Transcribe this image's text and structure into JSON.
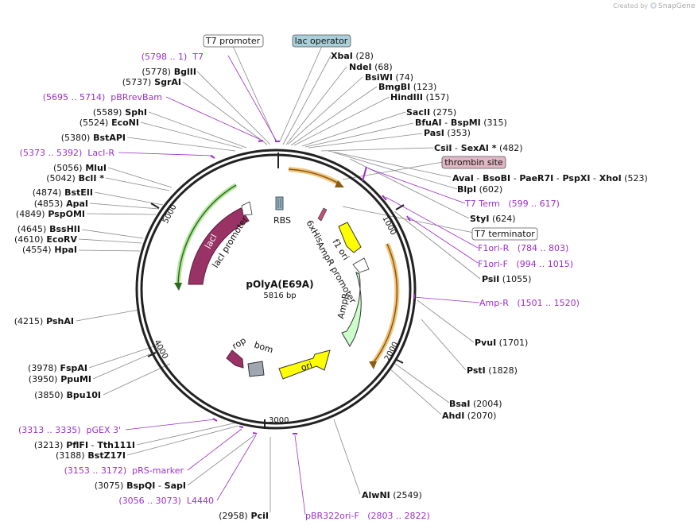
{
  "credit": {
    "prefix": "Created by",
    "brand": "SnapGene"
  },
  "plasmid": {
    "name": "pOlyA(E69A)",
    "size_label": "5816 bp"
  },
  "ticks": [
    "1000",
    "2000",
    "3000",
    "4000",
    "5000"
  ],
  "boxed_labels": [
    {
      "id": "t7-promoter",
      "text": "T7 promoter",
      "fill": "#ffffff"
    },
    {
      "id": "lac-operator",
      "text": "lac operator",
      "fill": "#a9cfd8"
    },
    {
      "id": "thrombin-site",
      "text": "thrombin site",
      "fill": "#e1b7c4"
    },
    {
      "id": "t7-terminator",
      "text": "T7 terminator",
      "fill": "#ffffff"
    }
  ],
  "right_sites": [
    {
      "id": "xbai",
      "parts": [
        [
          "XbaI",
          true
        ],
        [
          "(28)",
          false
        ]
      ]
    },
    {
      "id": "ndei",
      "parts": [
        [
          "NdeI",
          true
        ],
        [
          "(68)",
          false
        ]
      ]
    },
    {
      "id": "bsiwi",
      "parts": [
        [
          "BsiWI",
          true
        ],
        [
          "(74)",
          false
        ]
      ]
    },
    {
      "id": "bmgbi",
      "parts": [
        [
          "BmgBI",
          true
        ],
        [
          "(123)",
          false
        ]
      ]
    },
    {
      "id": "hindiii",
      "parts": [
        [
          "HindIII",
          true
        ],
        [
          "(157)",
          false
        ]
      ]
    },
    {
      "id": "sacii",
      "parts": [
        [
          "SacII",
          true
        ],
        [
          "(275)",
          false
        ]
      ]
    },
    {
      "id": "bfuai",
      "parts": [
        [
          "BfuAI",
          true
        ],
        [
          "-",
          false
        ],
        [
          "BspMI",
          true
        ],
        [
          "(315)",
          false
        ]
      ]
    },
    {
      "id": "pasi",
      "parts": [
        [
          "PasI",
          true
        ],
        [
          "(353)",
          false
        ]
      ]
    },
    {
      "id": "csii",
      "parts": [
        [
          "CsiI",
          true
        ],
        [
          "-",
          false
        ],
        [
          "SexAI *",
          true
        ],
        [
          "(482)",
          false
        ]
      ]
    },
    {
      "id": "avai",
      "parts": [
        [
          "AvaI",
          true
        ],
        [
          "-",
          false
        ],
        [
          "BsoBI",
          true
        ],
        [
          "-",
          false
        ],
        [
          "PaeR7I",
          true
        ],
        [
          "-",
          false
        ],
        [
          "PspXI",
          true
        ],
        [
          "-",
          false
        ],
        [
          "XhoI",
          true
        ],
        [
          "(523)",
          false
        ]
      ]
    },
    {
      "id": "blpi",
      "parts": [
        [
          "BlpI",
          true
        ],
        [
          "(602)",
          false
        ]
      ]
    },
    {
      "id": "styi",
      "parts": [
        [
          "StyI",
          true
        ],
        [
          "(624)",
          false
        ]
      ]
    },
    {
      "id": "psii",
      "parts": [
        [
          "PsiI",
          true
        ],
        [
          "(1055)",
          false
        ]
      ]
    },
    {
      "id": "pvui",
      "parts": [
        [
          "PvuI",
          true
        ],
        [
          "(1701)",
          false
        ]
      ]
    },
    {
      "id": "psti",
      "parts": [
        [
          "PstI",
          true
        ],
        [
          "(1828)",
          false
        ]
      ]
    },
    {
      "id": "bsai",
      "parts": [
        [
          "BsaI",
          true
        ],
        [
          "(2004)",
          false
        ]
      ]
    },
    {
      "id": "ahdi",
      "parts": [
        [
          "AhdI",
          true
        ],
        [
          "(2070)",
          false
        ]
      ]
    },
    {
      "id": "alwni",
      "parts": [
        [
          "AlwNI",
          true
        ],
        [
          "(2549)",
          false
        ]
      ]
    }
  ],
  "right_primers": [
    {
      "id": "t7-term",
      "text": "T7 Term   (599 .. 617)"
    },
    {
      "id": "f1ori-r",
      "text": "F1ori-R   (784 .. 803)"
    },
    {
      "id": "f1ori-f",
      "text": "F1ori-F   (994 .. 1015)"
    },
    {
      "id": "amp-r",
      "text": "Amp-R   (1501 .. 1520)"
    },
    {
      "id": "pbr322ori-f",
      "text": "pBR322ori-F   (2803 .. 2822)"
    }
  ],
  "left_sites": [
    {
      "id": "bglii",
      "parts": [
        [
          "(5778)",
          false
        ],
        [
          "BglII",
          true
        ]
      ]
    },
    {
      "id": "sgrai",
      "parts": [
        [
          "(5737)",
          false
        ],
        [
          "SgrAI",
          true
        ]
      ]
    },
    {
      "id": "sphi",
      "parts": [
        [
          "(5589)",
          false
        ],
        [
          "SphI",
          true
        ]
      ]
    },
    {
      "id": "econi",
      "parts": [
        [
          "(5524)",
          false
        ],
        [
          "EcoNI",
          true
        ]
      ]
    },
    {
      "id": "bstapi",
      "parts": [
        [
          "(5380)",
          false
        ],
        [
          "BstAPI",
          true
        ]
      ]
    },
    {
      "id": "mlui",
      "parts": [
        [
          "(5056)",
          false
        ],
        [
          "MluI",
          true
        ]
      ]
    },
    {
      "id": "bcli",
      "parts": [
        [
          "(5042)",
          false
        ],
        [
          "BclI *",
          true
        ]
      ]
    },
    {
      "id": "bsteii",
      "parts": [
        [
          "(4874)",
          false
        ],
        [
          "BstEII",
          true
        ]
      ]
    },
    {
      "id": "apai",
      "parts": [
        [
          "(4853)",
          false
        ],
        [
          "ApaI",
          true
        ]
      ]
    },
    {
      "id": "pspomi",
      "parts": [
        [
          "(4849)",
          false
        ],
        [
          "PspOMI",
          true
        ]
      ]
    },
    {
      "id": "bsshii",
      "parts": [
        [
          "(4645)",
          false
        ],
        [
          "BssHII",
          true
        ]
      ]
    },
    {
      "id": "ecorv",
      "parts": [
        [
          "(4610)",
          false
        ],
        [
          "EcoRV",
          true
        ]
      ]
    },
    {
      "id": "hpai",
      "parts": [
        [
          "(4554)",
          false
        ],
        [
          "HpaI",
          true
        ]
      ]
    },
    {
      "id": "pshai",
      "parts": [
        [
          "(4215)",
          false
        ],
        [
          "PshAI",
          true
        ]
      ]
    },
    {
      "id": "fspai",
      "parts": [
        [
          "(3978)",
          false
        ],
        [
          "FspAI",
          true
        ]
      ]
    },
    {
      "id": "ppumi",
      "parts": [
        [
          "(3950)",
          false
        ],
        [
          "PpuMI",
          true
        ]
      ]
    },
    {
      "id": "bpu10i",
      "parts": [
        [
          "(3850)",
          false
        ],
        [
          "Bpu10I",
          true
        ]
      ]
    },
    {
      "id": "pflfi",
      "parts": [
        [
          "(3213)",
          false
        ],
        [
          "PflFI",
          true
        ],
        [
          "-",
          false
        ],
        [
          "Tth111I",
          true
        ]
      ]
    },
    {
      "id": "bstz17i",
      "parts": [
        [
          "(3188)",
          false
        ],
        [
          "BstZ17I",
          true
        ]
      ]
    },
    {
      "id": "bspqi",
      "parts": [
        [
          "(3075)",
          false
        ],
        [
          "BspQI",
          true
        ],
        [
          "-",
          false
        ],
        [
          "SapI",
          true
        ]
      ]
    },
    {
      "id": "pcii",
      "parts": [
        [
          "(2958)",
          false
        ],
        [
          "PciI",
          true
        ]
      ]
    }
  ],
  "left_primers": [
    {
      "id": "t7",
      "text": "(5798 .. 1)  T7"
    },
    {
      "id": "pbrrevbam",
      "text": "(5695 .. 5714)  pBRrevBam"
    },
    {
      "id": "laci-r",
      "text": "(5373 .. 5392)  LacI-R"
    },
    {
      "id": "pgex3",
      "text": "(3313 .. 3335)  pGEX 3'"
    },
    {
      "id": "prs-marker",
      "text": "(3153 .. 3172)  pRS-marker"
    },
    {
      "id": "l4440",
      "text": "(3056 .. 3073)  L4440"
    }
  ],
  "features": [
    {
      "id": "laci",
      "text": "lacI",
      "color": "#993366"
    },
    {
      "id": "laci-promoter",
      "text": "lacI promoter",
      "color": "#ffffff"
    },
    {
      "id": "rbs",
      "text": "RBS",
      "color": "#8fb2c4"
    },
    {
      "id": "6xhis",
      "text": "6xHis",
      "color": "#c0507a"
    },
    {
      "id": "f1-ori",
      "text": "f1 ori",
      "color": "#ffff00"
    },
    {
      "id": "ampr-promoter",
      "text": "AmpR promoter",
      "color": "#ffffff"
    },
    {
      "id": "ampr",
      "text": "AmpR",
      "color": "#ccffcc"
    },
    {
      "id": "ori",
      "text": "ori",
      "color": "#ffff00"
    },
    {
      "id": "rop",
      "text": "rop",
      "color": "#993366"
    },
    {
      "id": "bom",
      "text": "bom",
      "color": "#a0a7b0"
    }
  ]
}
